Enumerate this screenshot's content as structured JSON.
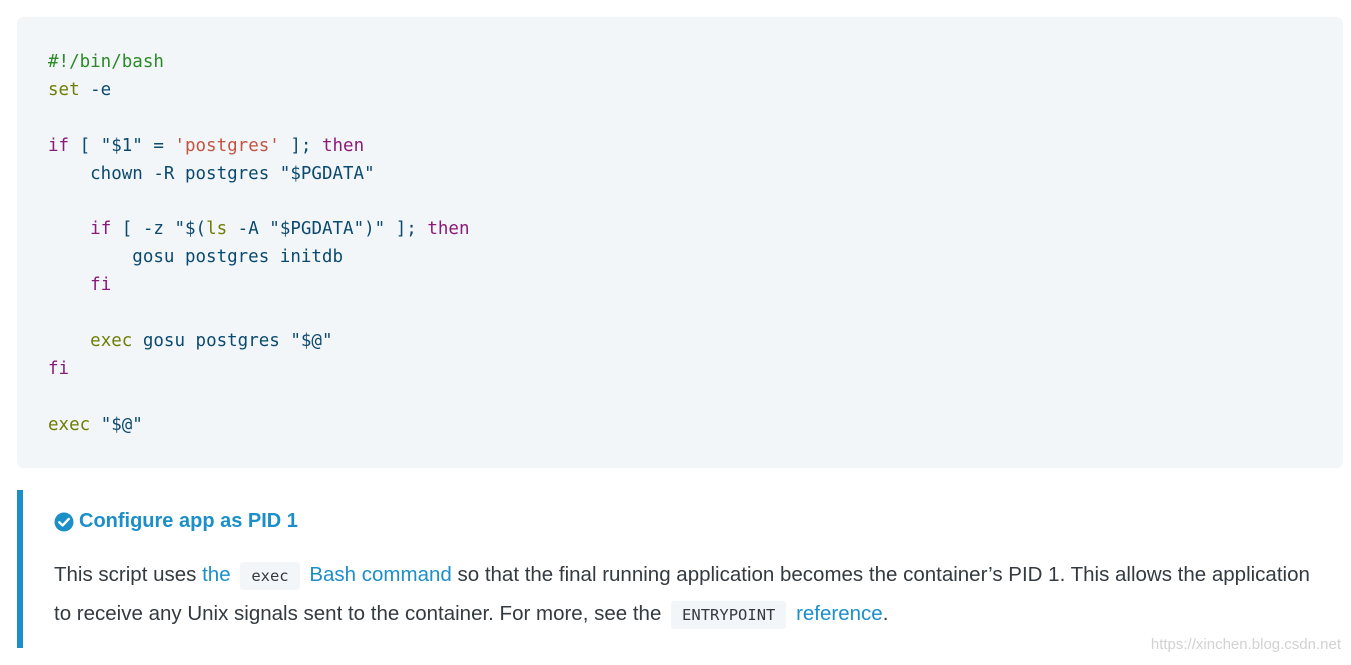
{
  "code": {
    "lines": [
      [
        {
          "t": "#!/bin/bash",
          "c": "comment"
        }
      ],
      [
        {
          "t": "set",
          "c": "builtin"
        },
        {
          "t": " -e",
          "c": "plain"
        }
      ],
      [],
      [
        {
          "t": "if",
          "c": "keyword"
        },
        {
          "t": " [ ",
          "c": "plain"
        },
        {
          "t": "\"$1\"",
          "c": "var"
        },
        {
          "t": " = ",
          "c": "plain"
        },
        {
          "t": "'postgres'",
          "c": "string"
        },
        {
          "t": " ]; ",
          "c": "plain"
        },
        {
          "t": "then",
          "c": "keyword"
        }
      ],
      [
        {
          "t": "    chown -R postgres ",
          "c": "plain"
        },
        {
          "t": "\"$PGDATA\"",
          "c": "var"
        }
      ],
      [],
      [
        {
          "t": "    ",
          "c": "plain"
        },
        {
          "t": "if",
          "c": "keyword"
        },
        {
          "t": " [ -z ",
          "c": "plain"
        },
        {
          "t": "\"$(",
          "c": "var"
        },
        {
          "t": "ls",
          "c": "builtin"
        },
        {
          "t": " -A ",
          "c": "plain"
        },
        {
          "t": "\"$PGDATA\"",
          "c": "var"
        },
        {
          "t": ")\"",
          "c": "var"
        },
        {
          "t": " ]; ",
          "c": "plain"
        },
        {
          "t": "then",
          "c": "keyword"
        }
      ],
      [
        {
          "t": "        gosu postgres initdb",
          "c": "plain"
        }
      ],
      [
        {
          "t": "    ",
          "c": "plain"
        },
        {
          "t": "fi",
          "c": "keyword"
        }
      ],
      [],
      [
        {
          "t": "    ",
          "c": "plain"
        },
        {
          "t": "exec",
          "c": "builtin"
        },
        {
          "t": " gosu postgres ",
          "c": "plain"
        },
        {
          "t": "\"$@\"",
          "c": "var"
        }
      ],
      [
        {
          "t": "fi",
          "c": "keyword"
        }
      ],
      [],
      [
        {
          "t": "exec",
          "c": "builtin"
        },
        {
          "t": " ",
          "c": "plain"
        },
        {
          "t": "\"$@\"",
          "c": "var"
        }
      ]
    ]
  },
  "callout": {
    "icon": "check-circle-icon",
    "accent_color": "#1c8fc9",
    "title": "Configure app as PID 1",
    "body": {
      "p1": "This script uses ",
      "link_the": "the",
      "code_exec": "exec",
      "link_bash": "Bash command",
      "p2": " so that the final running application becomes the container’s PID 1. This allows the application to receive any Unix signals sent to the container. For more, see the",
      "code_entrypoint": "ENTRYPOINT",
      "link_reference": "reference",
      "p3": "."
    }
  },
  "watermark": "https://xinchen.blog.csdn.net"
}
